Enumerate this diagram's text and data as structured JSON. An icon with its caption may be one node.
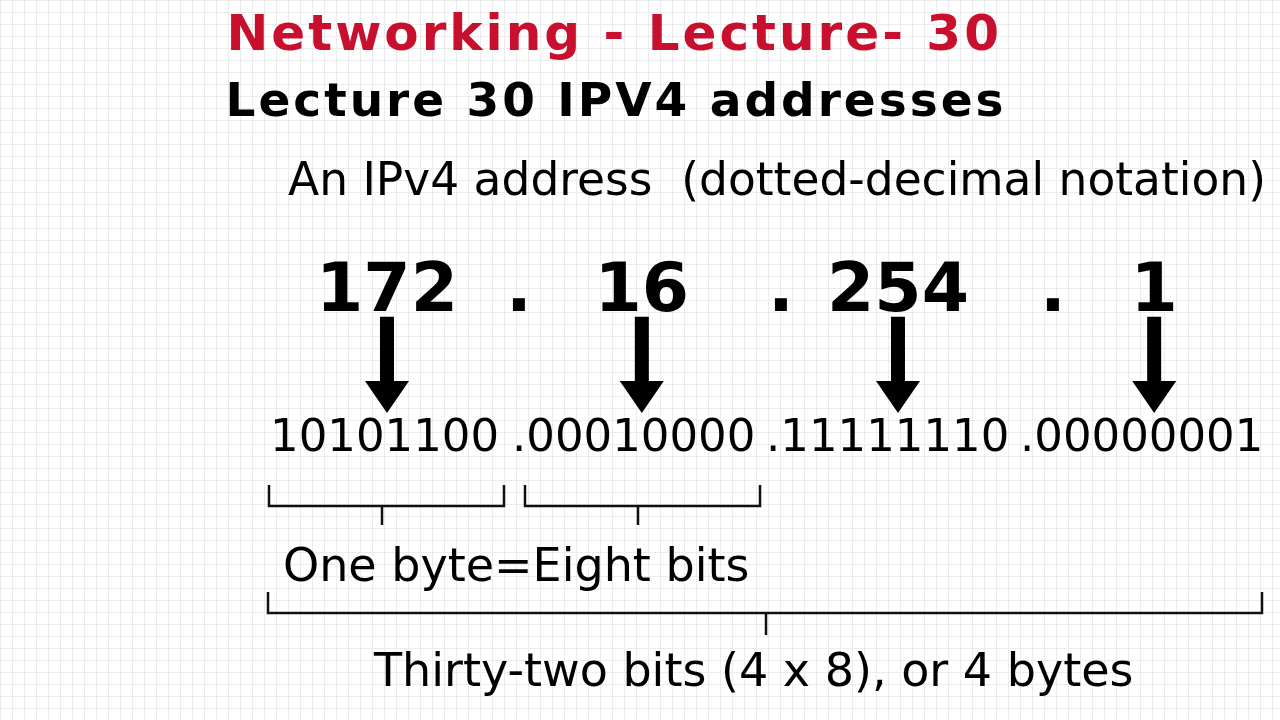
{
  "diagram": {
    "title": "Networking - Lecture- 30",
    "nodes": [
      {
        "text": [
          "172"
        ]
      },
      {
        "text": [
          "16"
        ]
      },
      {
        "text": [
          "254"
        ]
      },
      {
        "text": [
          "1"
        ]
      },
      {
        "text": [
          "10101100"
        ]
      },
      {
        "text": [
          ".00010000"
        ]
      },
      {
        "text": [
          ".11111110"
        ]
      },
      {
        "text": [
          ".00000001"
        ]
      }
    ],
    "edges": [
      {
        "from": 0,
        "to": 4,
        "arrow": "to"
      },
      {
        "from": 1,
        "to": 5,
        "arrow": "to"
      },
      {
        "from": 2,
        "to": 6,
        "arrow": "to"
      },
      {
        "from": 3,
        "to": 7,
        "arrow": "to"
      }
    ],
    "labels": [
      "Lecture 30 IPV4 addresses",
      "An IPv4 address  (dotted-decimal notation)",
      ".",
      ".",
      ".",
      "One byte=Eight bits",
      "Thirty-two bits (4 x 8), or 4 bytes"
    ]
  }
}
